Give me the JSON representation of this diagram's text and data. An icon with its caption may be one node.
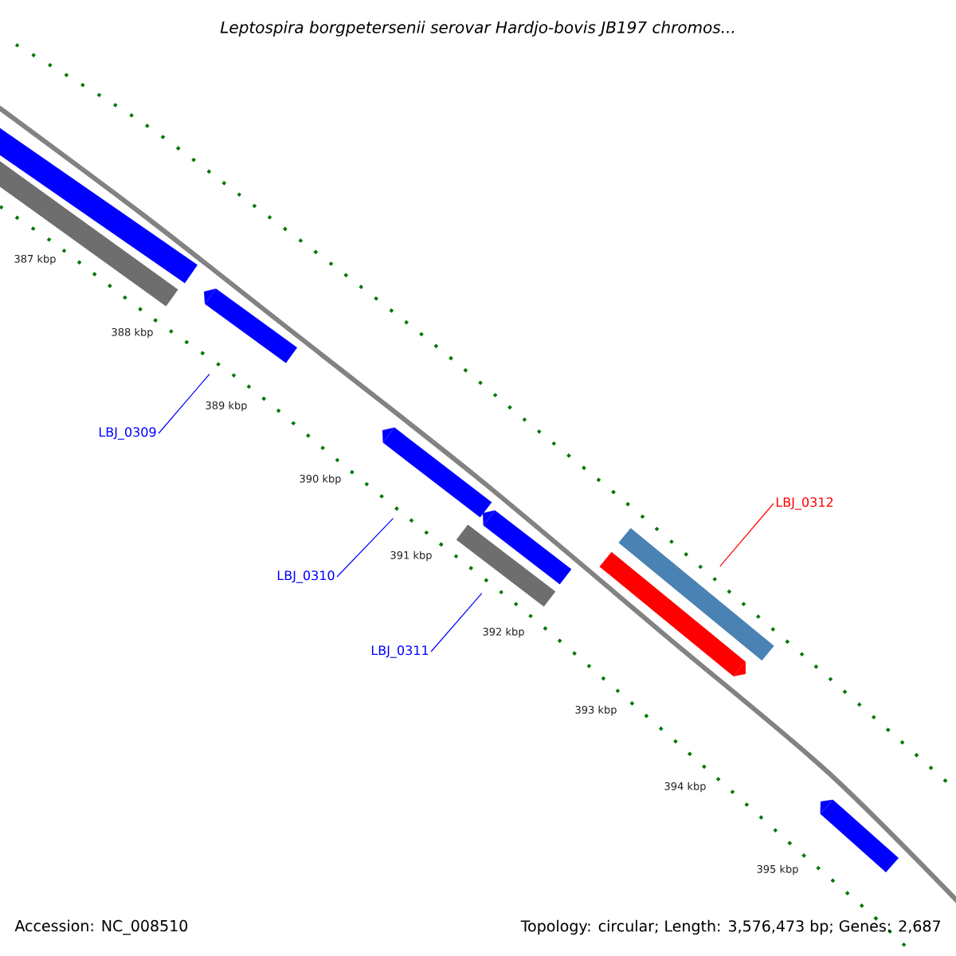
{
  "diagram": {
    "title": "*Leptospira borgpetersenii* serovar Hardjo-bovis JB197 chromos...",
    "nodes": [
      {
        "text": [
          "LBJ_0309"
        ]
      },
      {
        "text": [],
        "shape": "bar"
      },
      {
        "text": [
          "LBJ_0310"
        ]
      },
      {
        "text": [],
        "shape": "bar"
      },
      {
        "text": [
          "LBJ_0311"
        ]
      },
      {
        "text": [],
        "shape": "bar"
      },
      {
        "text": [
          "LBJ_0312"
        ]
      },
      {
        "text": [],
        "shape": "bar"
      },
      {
        "text": [],
        "shape": "bar"
      },
      {
        "text": [],
        "shape": "bar"
      },
      {
        "text": [],
        "shape": "bar"
      },
      {
        "text": [],
        "shape": "bar"
      },
      {
        "text": [],
        "shape": "bar"
      }
    ],
    "edges": [
      {
        "from": 0,
        "to": 1,
        "arrow": "none"
      },
      {
        "from": 2,
        "to": 3,
        "arrow": "none"
      },
      {
        "from": 4,
        "to": 5,
        "arrow": "none"
      },
      {
        "from": 6,
        "to": 7,
        "arrow": "none",
        "color": "#ff0000"
      }
    ],
    "labels": [
      "387 kbp",
      "388 kbp",
      "389 kbp",
      "390 kbp",
      "391 kbp",
      "392 kbp",
      "393 kbp",
      "394 kbp",
      "395 kbp",
      "Accession: NC_008510",
      "Topology: circular; Length: 3,576,473 bp; Genes: 2,687"
    ]
  }
}
